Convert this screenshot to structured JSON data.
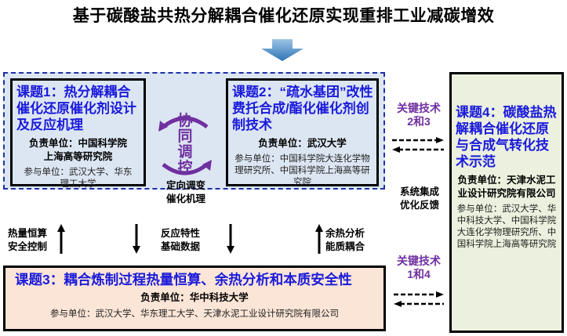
{
  "title": "基于碳酸盐共热分解耦合催化还原实现重排工业减碳增效",
  "topic1": {
    "title": "课题1：热分解耦合催化还原催化剂设计及反应机理",
    "lead": [
      "负责单位：中国科学院",
      "上海高等研究院"
    ],
    "participants": "参与单位：武汉大学、华东理工大学"
  },
  "center": {
    "synergy": [
      "协",
      "同",
      "调",
      "控"
    ],
    "mechanism": [
      "定向调变",
      "催化机理"
    ]
  },
  "topic2": {
    "title": "课题2：“疏水基团”改性费托合成/酯化催化剂创制技术",
    "lead": "负责单位：武汉大学",
    "participants": "参与单位：中国科学院大连化学物理研究所、中国科学院上海高等研究院"
  },
  "topic3": {
    "title": "课题3：耦合炼制过程热量恒算、余热分析和本质安全性",
    "lead": "负责单位：华中科技大学",
    "participants": "参与单位：武汉大学、华东理工大学、天津水泥工业设计研究院有限公司"
  },
  "topic4": {
    "title": "课题4：碳酸盐热解耦合催化还原与合成气转化技术示范",
    "lead": "负责单位：天津水泥工业设计研究院有限公司",
    "participants": "参与单位：武汉大学、华中科技大学、中国科学院大连化学物理研究所、中国科学院上海高等研究院"
  },
  "links": {
    "key23": [
      "关键技术",
      "2和3"
    ],
    "feedback": [
      "系统集成",
      "优化反馈"
    ],
    "key14": [
      "关键技术",
      "1和4"
    ],
    "heat": [
      "热量恒算",
      "安全控制"
    ],
    "reaction": [
      "反应特性",
      "基础数据"
    ],
    "waste": [
      "余热分析",
      "能质耦合"
    ]
  },
  "colors": {
    "topic_title": "#1a1adb",
    "purple": "#7030a0",
    "blue_panel": "#dce6f2",
    "green_panel": "#ebf1de",
    "peach_panel": "#fbe5d6"
  }
}
